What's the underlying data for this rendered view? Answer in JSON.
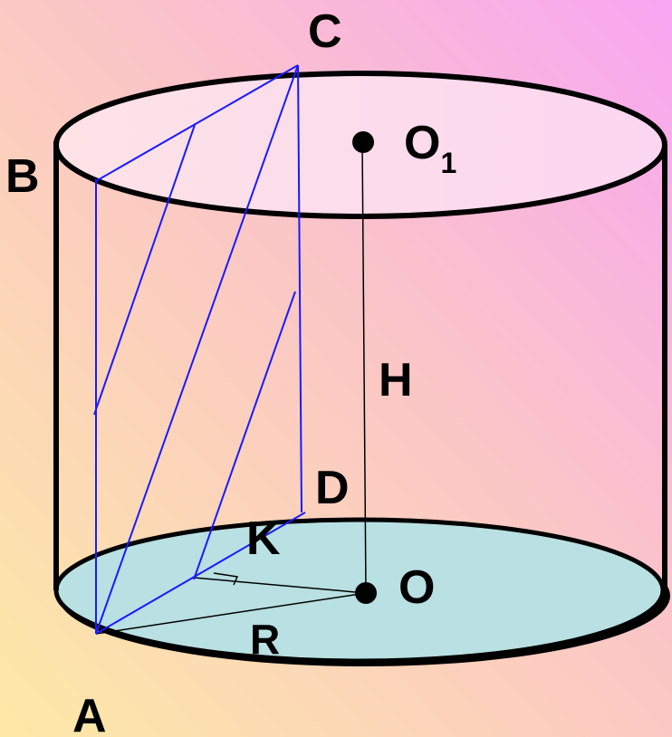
{
  "labels": {
    "A": "A",
    "B": "B",
    "C": "C",
    "D": "D",
    "K": "K",
    "O": "O",
    "O1_main": "O",
    "O1_sub": "1",
    "H": "H",
    "R": "R"
  },
  "colors": {
    "background_left": "#fde9a6",
    "background_right": "#f7a6f2",
    "top_face": "#fde3ec",
    "bottom_face": "#b9e0e2",
    "outline": "#000000",
    "section_lines": "#1a1aff"
  }
}
